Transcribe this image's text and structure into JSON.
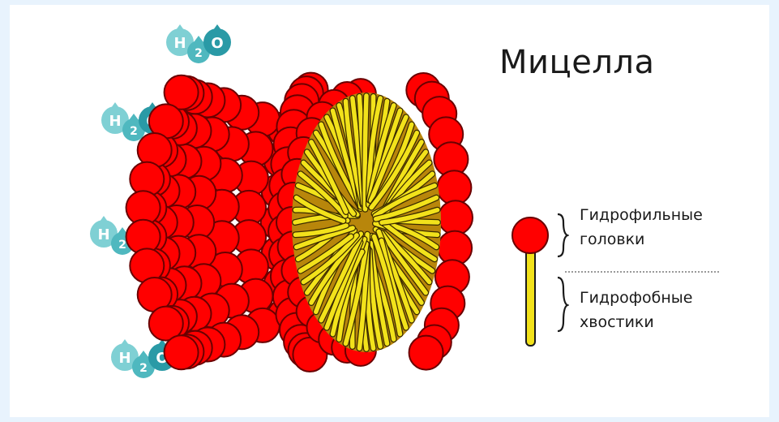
{
  "title": "Мицелла",
  "water_label": {
    "h": "H",
    "two": "2",
    "o": "O"
  },
  "legend": {
    "heads_line1": "Гидрофильные",
    "heads_line2": "головки",
    "tails_line1": "Гидрофобные",
    "tails_line2": "хвостики"
  },
  "colors": {
    "head_fill": "#ff0000",
    "head_stroke": "#6a0000",
    "tail_fill": "#f2e21b",
    "tail_dark": "#b8860b",
    "water_light": "#7fd0d4",
    "water_mid": "#4fb8bf",
    "water_dark": "#2a9aa6",
    "background": "#e8f3fd"
  }
}
